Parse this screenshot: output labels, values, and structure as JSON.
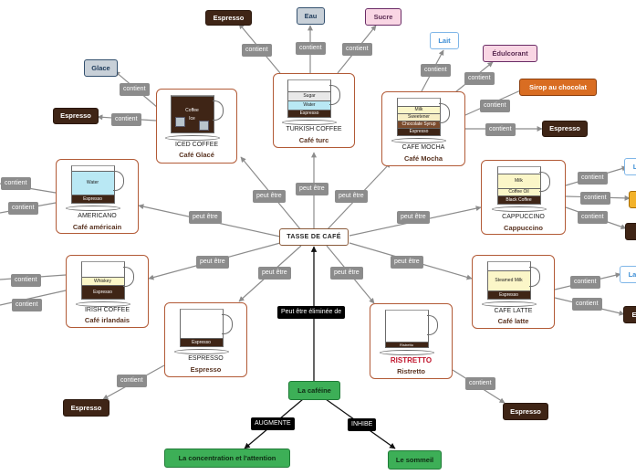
{
  "center": "TASSE DE CAFÉ",
  "edge_labels": {
    "contient": "contient",
    "peut_etre": "peut être",
    "eliminee": "Peut être éliminée de",
    "augmente": "AUGMENTE",
    "inhibe": "INHIBE"
  },
  "coffees": {
    "iced": {
      "en": "ICED COFFEE",
      "fr": "Café Glacé",
      "layers": [
        "Coffee",
        "Ice"
      ]
    },
    "turkish": {
      "en": "TURKISH COFFEE",
      "fr": "Café turc",
      "layers": [
        "Sugar",
        "Water",
        "Espresso"
      ]
    },
    "mocha": {
      "en": "CAFE MOCHA",
      "fr": "Café Mocha",
      "layers": [
        "Milk",
        "Sweetener",
        "Chocolate Syrup",
        "Espresso"
      ]
    },
    "americano": {
      "en": "AMERICANO",
      "fr": "Café américain",
      "layers": [
        "Water",
        "Espresso"
      ]
    },
    "cappuccino": {
      "en": "CAPPUCCINO",
      "fr": "Cappuccino",
      "layers": [
        "Milk",
        "Coffee Oil",
        "Black Coffee"
      ]
    },
    "irish": {
      "en": "IRISH COFFEE",
      "fr": "Café irlandais",
      "layers": [
        "Whiskey",
        "Espresso"
      ]
    },
    "latte": {
      "en": "CAFE LATTE",
      "fr": "Café latte",
      "layers": [
        "Steamed Milk",
        "Espresso"
      ]
    },
    "espresso": {
      "en": "ESPRESSO",
      "fr": "Espresso",
      "layers": [
        "Espresso"
      ]
    },
    "ristretto": {
      "en": "RISTRETTO",
      "fr": "Ristretto",
      "layers": [
        "Ristretto"
      ]
    }
  },
  "ingredients": {
    "espresso": "Espresso",
    "eau": "Eau",
    "sucre": "Sucre",
    "lait": "Lait",
    "edulcorant": "Édulcorant",
    "sirop": "Sirop au chocolat",
    "glace": "Glace",
    "lait_cut": "L",
    "lait_cut2": "Lai",
    "espresso_cut": "E"
  },
  "cafeine": "La caféine",
  "concentration": "La concentration et l'attention",
  "sommeil": "Le sommeil",
  "colors": {
    "dark_brown": "#3f2516",
    "accent_orange": "#d96d22",
    "green": "#3daf57",
    "card_border": "#b25a36",
    "edge_gray": "#8c8c8c"
  }
}
